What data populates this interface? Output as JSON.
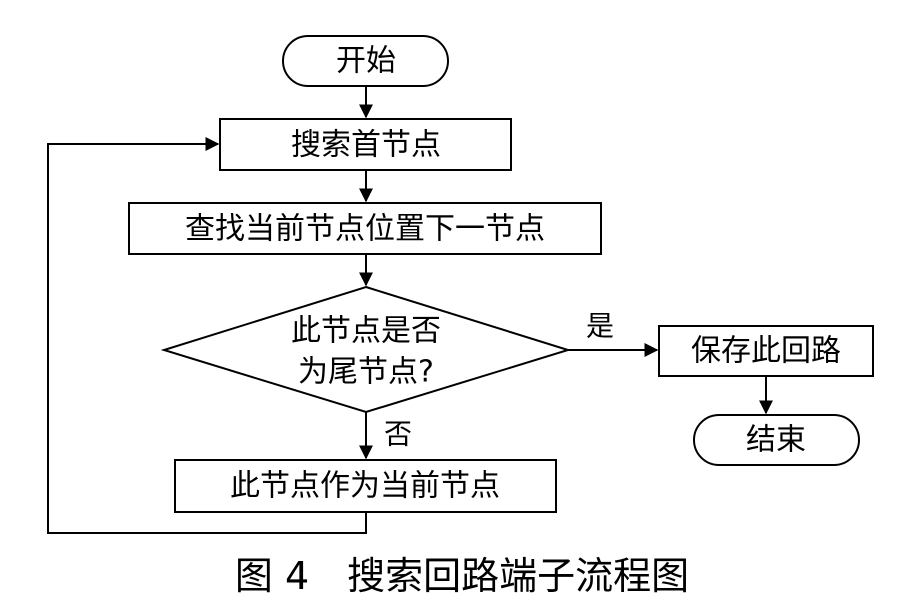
{
  "diagram": {
    "nodes": {
      "start": "开始",
      "search_head": "搜索首节点",
      "find_next": "查找当前节点位置下一节点",
      "decision_line1": "此节点是否",
      "decision_line2": "为尾节点?",
      "save_loop": "保存此回路",
      "end": "结束",
      "set_current": "此节点作为当前节点"
    },
    "edges": {
      "yes_label": "是",
      "no_label": "否"
    },
    "caption": "图 4　搜索回路端子流程图"
  }
}
